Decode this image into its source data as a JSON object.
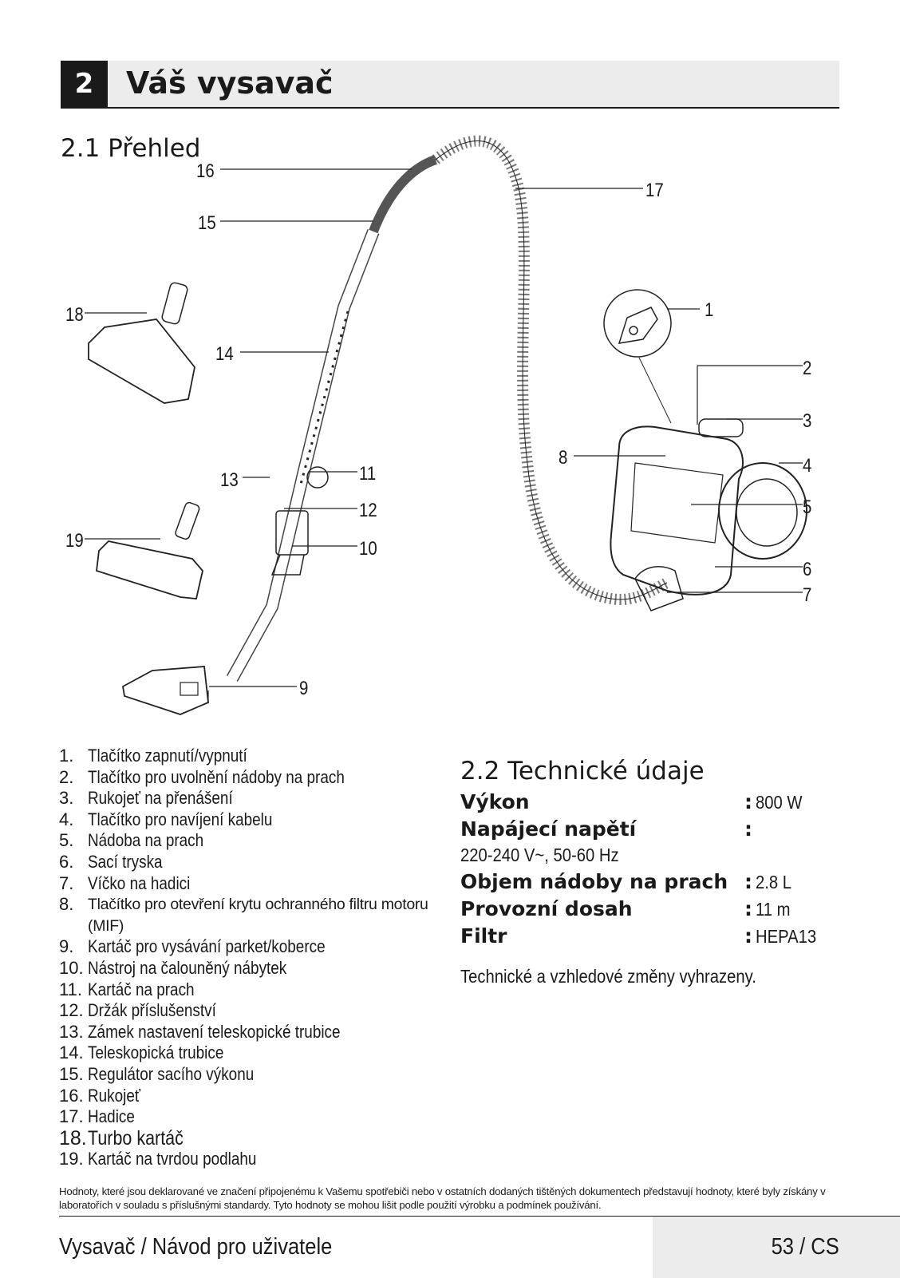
{
  "header": {
    "chapter_number": "2",
    "chapter_title": "Váš vysavač"
  },
  "section_overview": {
    "title": "2.1 Přehled"
  },
  "callouts": [
    "1",
    "2",
    "3",
    "4",
    "5",
    "6",
    "7",
    "8",
    "9",
    "10",
    "11",
    "12",
    "13",
    "14",
    "15",
    "16",
    "17",
    "18",
    "19"
  ],
  "parts": [
    {
      "num": "1.",
      "label": "Tlačítko zapnutí/vypnutí"
    },
    {
      "num": "2.",
      "label": "Tlačítko pro uvolnění nádoby na prach"
    },
    {
      "num": "3.",
      "label": "Rukojeť na přenášení"
    },
    {
      "num": "4.",
      "label": "Tlačítko pro navíjení kabelu"
    },
    {
      "num": "5.",
      "label": "Nádoba na prach"
    },
    {
      "num": "6.",
      "label": "Sací tryska"
    },
    {
      "num": "7.",
      "label": "Víčko na hadici"
    },
    {
      "num": "8.",
      "label": "Tlačítko pro otevření krytu ochranného filtru motoru (MIF)"
    },
    {
      "num": "9.",
      "label": "Kartáč pro vysávání parket/koberce"
    },
    {
      "num": "10.",
      "label": "Nástroj na čalouněný nábytek"
    },
    {
      "num": "11.",
      "label": "Kartáč na prach"
    },
    {
      "num": "12.",
      "label": "Držák příslušenství"
    },
    {
      "num": "13.",
      "label": "Zámek nastavení teleskopické trubice"
    },
    {
      "num": "14.",
      "label": "Teleskopická trubice"
    },
    {
      "num": "15.",
      "label": "Regulátor sacího výkonu"
    },
    {
      "num": "16.",
      "label": "Rukojeť"
    },
    {
      "num": "17.",
      "label": "Hadice"
    },
    {
      "num": "18.",
      "label": "Turbo kartáč"
    },
    {
      "num": "19.",
      "label": "Kartáč na tvrdou podlahu"
    }
  ],
  "section_specs": {
    "title": "2.2 Technické údaje",
    "power_label": "Výkon",
    "power_value": "800 W",
    "voltage_label": "Napájecí napětí",
    "voltage_value": "220-240 V~, 50-60 Hz",
    "capacity_label": "Objem nádoby na prach",
    "capacity_value": "2.8 L",
    "range_label": "Provozní dosah",
    "range_value": "11 m",
    "filter_label": "Filtr",
    "filter_value": "HEPA13",
    "colon": ":",
    "note": "Technické a vzhledové změny vyhrazeny."
  },
  "disclaimer": "Hodnoty, které jsou deklarované ve značení připojenému k Vašemu spotřebiči nebo v ostatních dodaných tištěných dokumentech představují hodnoty, které byly získány v laboratořích v souladu s příslušnými standardy. Tyto hodnoty se mohou lišit podle použití výrobku a podmínek používání.",
  "footer": {
    "left": "Vysavač / Návod pro uživatele",
    "right": "53 / CS"
  }
}
